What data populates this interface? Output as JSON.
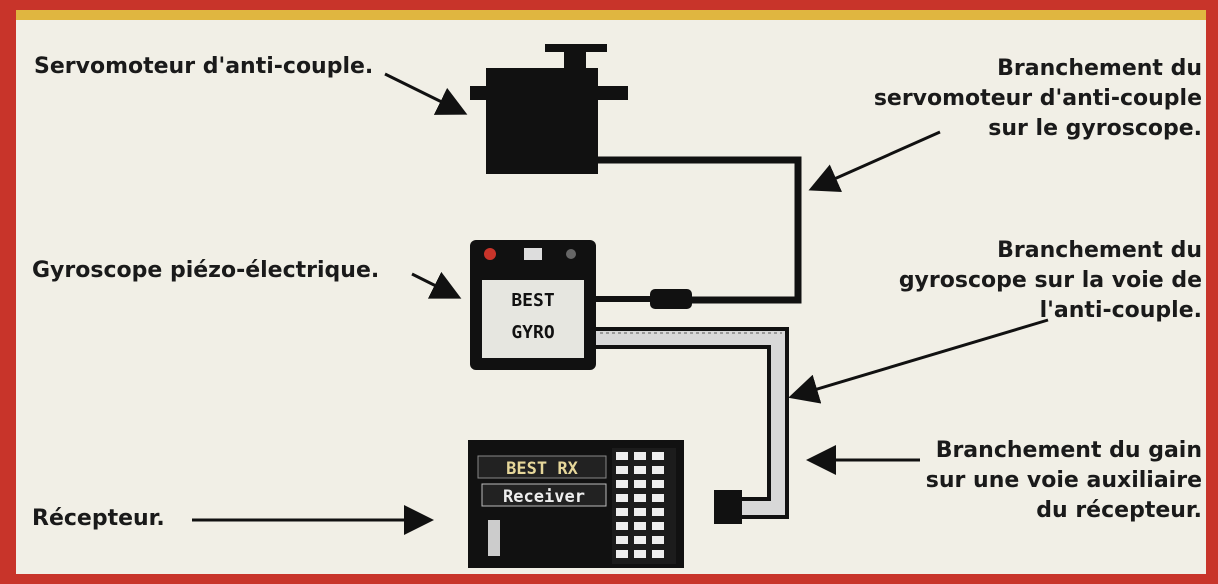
{
  "labels": {
    "servo": "Servomoteur d'anti-couple.",
    "gyro": "Gyroscope piézo-électrique.",
    "receiver": "Récepteur.",
    "branch_servo": [
      "Branchement du",
      "servomoteur d'anti-couple",
      "sur le gyroscope."
    ],
    "branch_gyro": [
      "Branchement du",
      "gyroscope sur la voie de",
      "l'anti-couple."
    ],
    "branch_gain": [
      "Branchement du gain",
      "sur une voie auxiliaire",
      "du récepteur."
    ]
  },
  "devices": {
    "gyro_text": [
      "BEST",
      "GYRO"
    ],
    "receiver_text": [
      "BEST RX",
      "Receiver"
    ]
  },
  "colors": {
    "frame": "#c8342a",
    "top_strip": "#e0b640",
    "background": "#f1efe6",
    "device": "#111111",
    "cable_dark": "#111111",
    "cable_light": "#d8d8d8"
  }
}
